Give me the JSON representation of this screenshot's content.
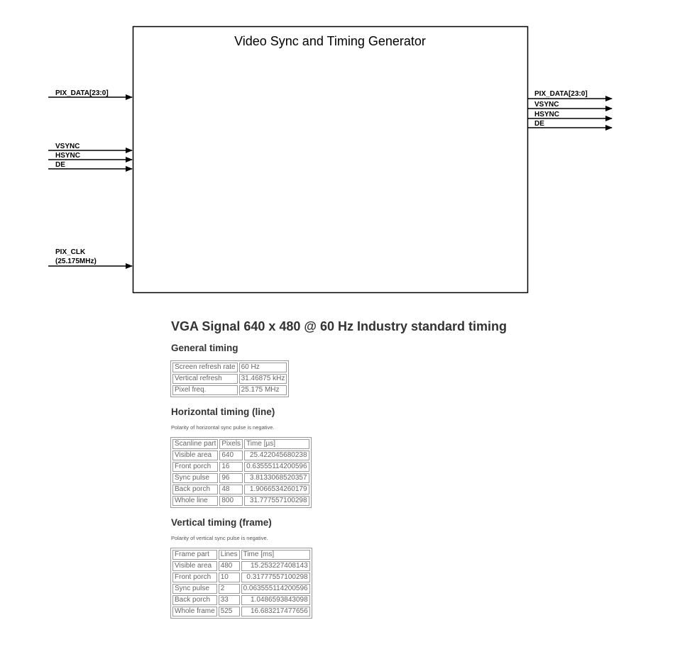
{
  "diagram": {
    "title": "Video Sync and Timing Generator",
    "inputs": {
      "pix_data": "PIX_DATA[23:0]",
      "vsync": "VSYNC",
      "hsync": "HSYNC",
      "de": "DE",
      "pix_clk_line1": "PIX_CLK",
      "pix_clk_line2": "(25.175MHz)"
    },
    "outputs": {
      "pix_data": "PIX_DATA[23:0]",
      "vsync": "VSYNC",
      "hsync": "HSYNC",
      "de": "DE"
    }
  },
  "doc": {
    "heading": "VGA Signal 640 x 480 @ 60 Hz Industry standard timing",
    "general": {
      "heading": "General timing",
      "rows": [
        [
          "Screen refresh rate",
          "60 Hz"
        ],
        [
          "Vertical refresh",
          "31.46875 kHz"
        ],
        [
          "Pixel freq.",
          "25.175 MHz"
        ]
      ]
    },
    "horizontal": {
      "heading": "Horizontal timing (line)",
      "note": "Polarity of horizontal sync pulse is negative.",
      "header": [
        "Scanline part",
        "Pixels",
        "Time [µs]"
      ],
      "rows": [
        [
          "Visible area",
          "640",
          "25.422045680238"
        ],
        [
          "Front porch",
          "16",
          "0.63555114200596"
        ],
        [
          "Sync pulse",
          "96",
          "3.8133068520357"
        ],
        [
          "Back porch",
          "48",
          "1.9066534260179"
        ],
        [
          "Whole line",
          "800",
          "31.777557100298"
        ]
      ]
    },
    "vertical": {
      "heading": "Vertical timing (frame)",
      "note": "Polarity of vertical sync pulse is negative.",
      "header": [
        "Frame part",
        "Lines",
        "Time [ms]"
      ],
      "rows": [
        [
          "Visible area",
          "480",
          "15.253227408143"
        ],
        [
          "Front porch",
          "10",
          "0.31777557100298"
        ],
        [
          "Sync pulse",
          "2",
          "0.063555114200596"
        ],
        [
          "Back porch",
          "33",
          "1.0486593843098"
        ],
        [
          "Whole frame",
          "525",
          "16.683217477656"
        ]
      ]
    }
  }
}
